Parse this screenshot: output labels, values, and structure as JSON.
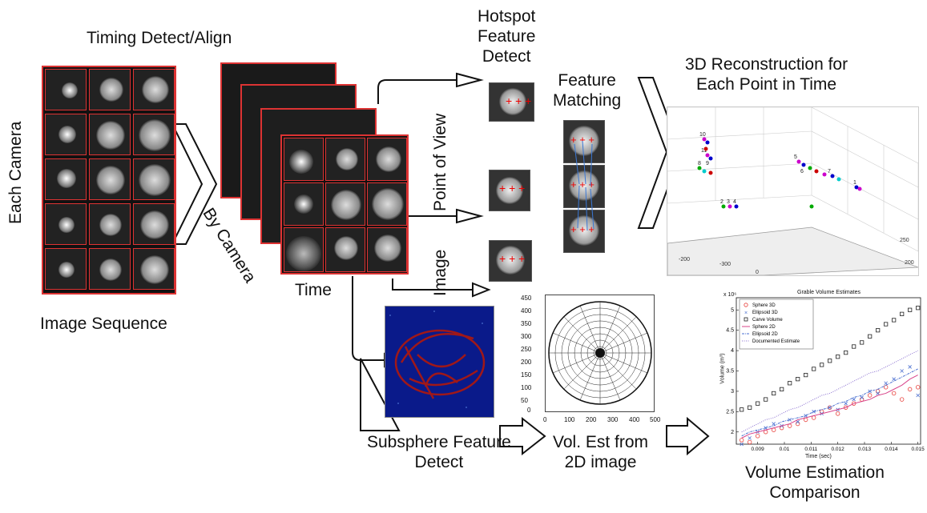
{
  "labels": {
    "timing": "Timing Detect/Align",
    "each_camera": "Each Camera",
    "image_sequence": "Image Sequence",
    "by_camera": "By Camera",
    "time": "Time",
    "hotspot": "Hotspot\nFeature\nDetect",
    "feature_matching": "Feature\nMatching",
    "point_of_view": "Point of View",
    "image": "Image",
    "reconstruction": "3D Reconstruction for\nEach Point in Time",
    "subsphere": "Subsphere Feature\nDetect",
    "vol_est": "Vol. Est from\n2D image",
    "volume_comparison": "Volume Estimation\nComparison"
  },
  "recon_plot": {
    "axis_ticks_front": [
      "-200",
      "-300",
      "0"
    ],
    "axis_ticks_side": [
      "250",
      "200"
    ],
    "point_labels": [
      "10",
      "11",
      "8",
      "9",
      "5",
      "6",
      "7",
      "2",
      "3",
      "4",
      "1"
    ]
  },
  "subsphere_plot": {
    "y_ticks": [
      "450",
      "400",
      "350",
      "300",
      "250",
      "200",
      "150",
      "100",
      "50",
      "0"
    ],
    "x_ticks": [
      "0",
      "100",
      "200",
      "300",
      "400",
      "500"
    ]
  },
  "volume_chart": {
    "title": "Grable Volume Estimates",
    "exponent": "x 10⁶",
    "ylabel": "Volume (m³)",
    "xlabel": "Time (sec)",
    "y_ticks": [
      "5",
      "4.5",
      "4",
      "3.5",
      "3",
      "2.5",
      "2"
    ],
    "x_ticks": [
      "0.009",
      "0.01",
      "0.011",
      "0.012",
      "0.013",
      "0.014",
      "0.015"
    ],
    "legend": [
      "Sphere 3D",
      "Ellipsoid 3D",
      "Carve Volume",
      "Sphere 2D",
      "Ellipsoid 2D",
      "Documented Estimate"
    ]
  },
  "chart_data": {
    "type": "scatter",
    "title": "Grable Volume Estimates",
    "xlabel": "Time (sec)",
    "ylabel": "Volume (m³)",
    "xlim": [
      0.0082,
      0.0151
    ],
    "ylim": [
      1.7,
      5.3
    ],
    "x": [
      0.0084,
      0.0087,
      0.009,
      0.0093,
      0.0096,
      0.0099,
      0.0102,
      0.0105,
      0.0108,
      0.0111,
      0.0114,
      0.0117,
      0.012,
      0.0123,
      0.0126,
      0.0129,
      0.0132,
      0.0135,
      0.0138,
      0.0141,
      0.0144,
      0.0147,
      0.015
    ],
    "series": [
      {
        "name": "Carve Volume",
        "values": [
          2.55,
          2.6,
          2.7,
          2.8,
          2.95,
          3.05,
          3.2,
          3.3,
          3.4,
          3.55,
          3.65,
          3.75,
          3.85,
          3.95,
          4.1,
          4.2,
          4.35,
          4.5,
          4.65,
          4.75,
          4.9,
          5.0,
          5.05
        ]
      },
      {
        "name": "Sphere 3D",
        "values": [
          1.8,
          1.75,
          1.9,
          2.0,
          2.05,
          2.1,
          2.15,
          2.2,
          2.3,
          2.35,
          2.5,
          2.6,
          2.45,
          2.6,
          2.7,
          2.8,
          2.9,
          3.0,
          3.1,
          2.95,
          2.8,
          3.05,
          3.1
        ]
      },
      {
        "name": "Ellipsoid 3D",
        "values": [
          1.7,
          1.85,
          2.0,
          2.1,
          2.2,
          2.15,
          2.3,
          2.25,
          2.4,
          2.5,
          2.45,
          2.6,
          2.55,
          2.7,
          2.8,
          2.85,
          3.0,
          2.95,
          3.2,
          3.3,
          3.5,
          3.6,
          2.9
        ]
      },
      {
        "name": "Sphere 2D",
        "values": [
          1.85,
          1.95,
          2.0,
          2.05,
          2.1,
          2.15,
          2.2,
          2.3,
          2.35,
          2.4,
          2.45,
          2.5,
          2.55,
          2.6,
          2.7,
          2.75,
          2.8,
          2.9,
          2.95,
          3.05,
          3.15,
          3.3,
          3.4
        ]
      },
      {
        "name": "Ellipsoid 2D",
        "values": [
          1.9,
          2.0,
          2.05,
          2.1,
          2.15,
          2.25,
          2.3,
          2.35,
          2.4,
          2.5,
          2.55,
          2.6,
          2.7,
          2.75,
          2.85,
          2.9,
          3.0,
          3.05,
          3.15,
          3.25,
          3.35,
          3.45,
          3.55
        ]
      },
      {
        "name": "Documented Estimate",
        "values": [
          2.0,
          2.1,
          2.2,
          2.3,
          2.35,
          2.45,
          2.55,
          2.6,
          2.7,
          2.8,
          2.9,
          2.95,
          3.05,
          3.15,
          3.25,
          3.35,
          3.45,
          3.5,
          3.6,
          3.7,
          3.8,
          3.9,
          4.0
        ]
      }
    ],
    "colors": {
      "Sphere 3D": "#e8413c",
      "Ellipsoid 3D": "#4a6fd0",
      "Carve Volume": "#222222",
      "Sphere 2D": "#d8448a",
      "Ellipsoid 2D": "#4a6fd0",
      "Documented Estimate": "#8a6fd0"
    },
    "legend": "top-left"
  }
}
